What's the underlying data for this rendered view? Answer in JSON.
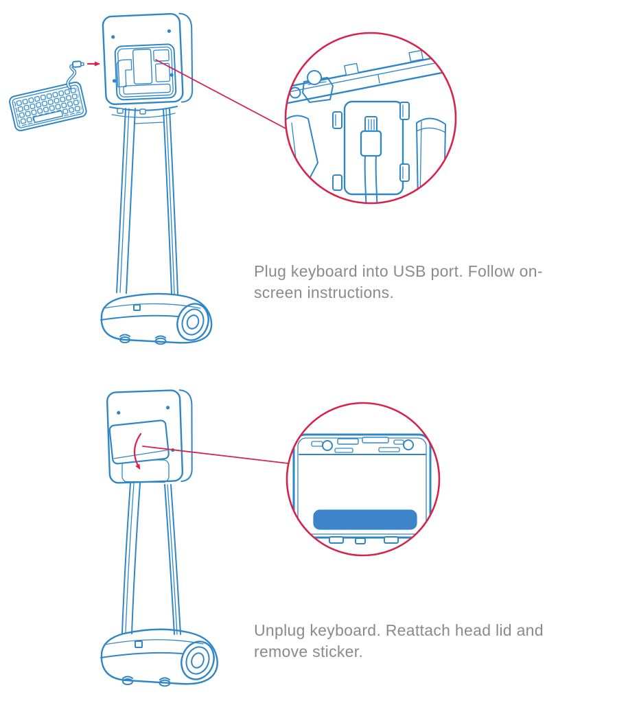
{
  "page": {
    "background": "#ffffff"
  },
  "colors": {
    "background": "#ffffff",
    "line_blue": "#2e86c8",
    "accent_red": "#d6234b",
    "text_gray": "#8a8a8c",
    "sticker_blue": "#3d85c8"
  },
  "icons": {
    "plug_direction_arrow": "arrow-right",
    "lid_close_arrow": "curved-arrow-down"
  },
  "steps": [
    {
      "caption": "Plug keyboard into USB port. Follow on-screen instructions."
    },
    {
      "caption": "Unplug keyboard. Reattach head lid and remove sticker."
    }
  ]
}
